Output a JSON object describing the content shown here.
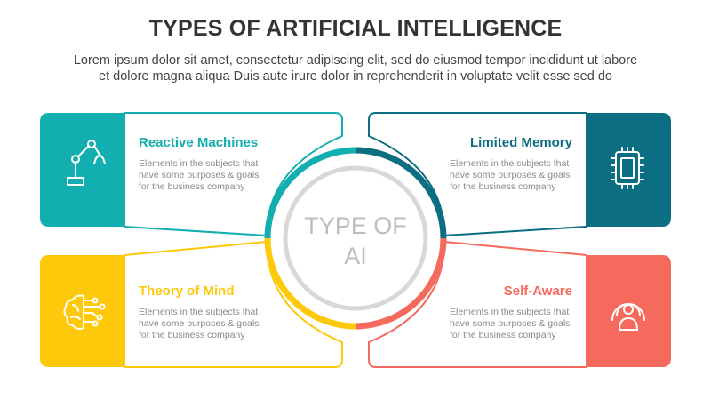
{
  "title": "TYPES OF ARTIFICIAL INTELLIGENCE",
  "subtitle": {
    "line1": "Lorem ipsum dolor sit amet, consectetur adipiscing elit, sed do eiusmod tempor incididunt ut labore",
    "line2": "et dolore magna aliqua Duis aute irure dolor in reprehenderit in voluptate velit esse sed do"
  },
  "center": {
    "line1": "TYPE OF",
    "line2": "AI"
  },
  "colors": {
    "teal": "#13aeb0",
    "dark_teal": "#0b6e82",
    "yellow": "#fdc90a",
    "coral": "#f56a5d",
    "ring_gray": "#d8d8d8"
  },
  "cards": {
    "reactive": {
      "title": "Reactive Machines",
      "icon": "robot-arm-icon",
      "color": "#13aeb0",
      "desc": [
        "Elements in the subjects that",
        "have  some purposes & goals",
        "for the  business company"
      ]
    },
    "limited": {
      "title": "Limited Memory",
      "icon": "chip-icon",
      "color": "#0b6e82",
      "desc": [
        "Elements in the subjects that",
        "have  some purposes & goals",
        "for the  business company"
      ]
    },
    "theory": {
      "title": "Theory of Mind",
      "icon": "brain-circuit-icon",
      "color": "#fdc90a",
      "desc": [
        "Elements in the subjects that",
        "have  some purposes & goals",
        "for the  business company"
      ]
    },
    "selfaware": {
      "title": "Self-Aware",
      "icon": "person-signal-icon",
      "color": "#f56a5d",
      "desc": [
        "Elements in the subjects that",
        "have  some purposes & goals",
        "for the  business company"
      ]
    }
  }
}
